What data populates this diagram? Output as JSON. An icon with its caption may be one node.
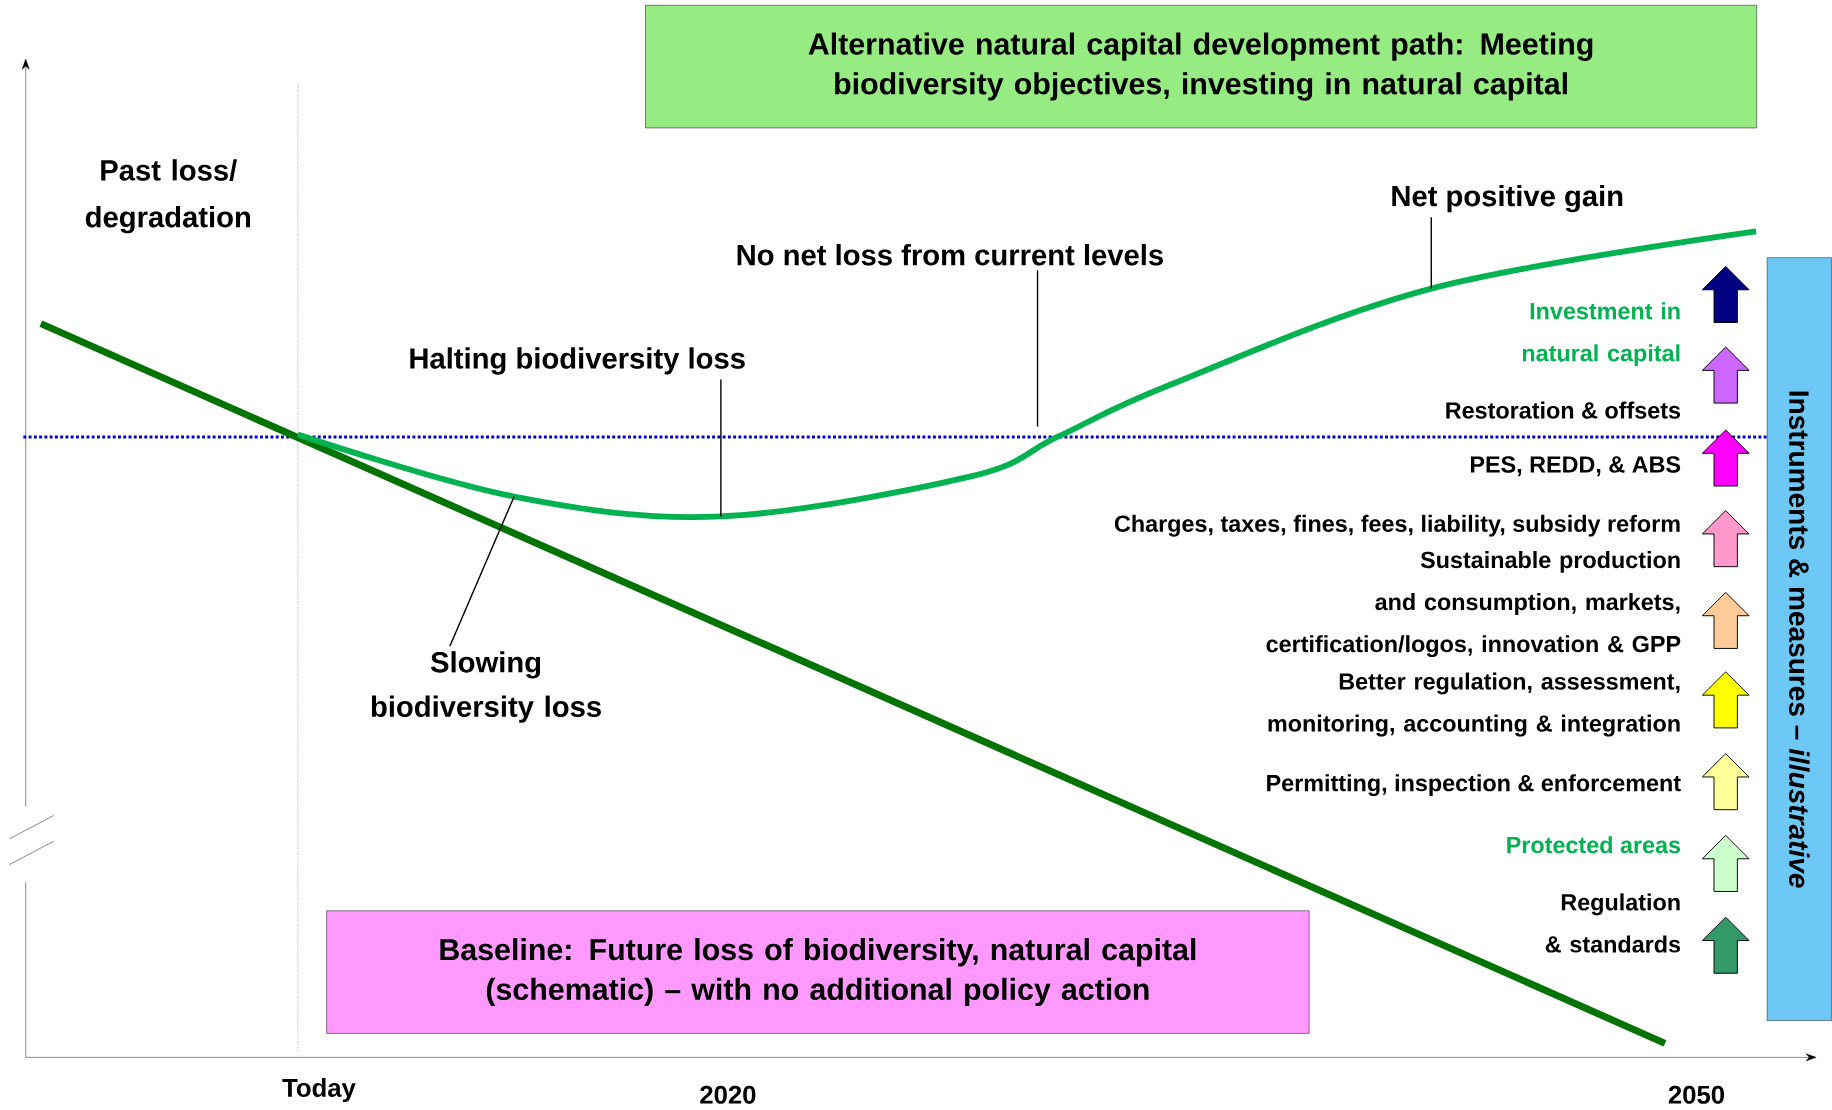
{
  "diagram": {
    "nodes": [
      {
        "text": [
          "Alternative natural capital development path: Meeting biodiversity objectives, investing in natural capital"
        ]
      },
      {
        "text": [
          "Baseline: Future loss of biodiversity, natural capital (schematic) – with no additional policy action"
        ]
      },
      {
        "text": [
          "Instruments & measures – *illustrative*"
        ]
      },
      {
        "text": [
          "Halting biodiversity loss"
        ]
      },
      {
        "text": [
          "No net loss from current levels"
        ]
      },
      {
        "text": [
          "Net positive gain"
        ]
      },
      {
        "text": [
          "Slowing biodiversity loss"
        ]
      }
    ],
    "edges": [
      {
        "from": 3,
        "to": null,
        "arrow": "none"
      },
      {
        "from": 4,
        "to": null,
        "arrow": "none"
      },
      {
        "from": 5,
        "to": null,
        "arrow": "none"
      },
      {
        "from": 6,
        "to": null,
        "arrow": "none"
      }
    ],
    "labels": [
      "Past loss/ degradation",
      "Investment in natural capital",
      "Restoration & offsets",
      "PES, REDD, & ABS",
      "Charges, taxes, fines, fees, liability, subsidy reform",
      "Sustainable production and consumption, markets, certification/logos, innovation & GPP",
      "Better regulation,  assessment, monitoring, accounting & integration",
      "Permitting, inspection & enforcement",
      "Protected  areas",
      "Regulation & standards",
      "Today",
      "2020",
      "2050"
    ]
  }
}
